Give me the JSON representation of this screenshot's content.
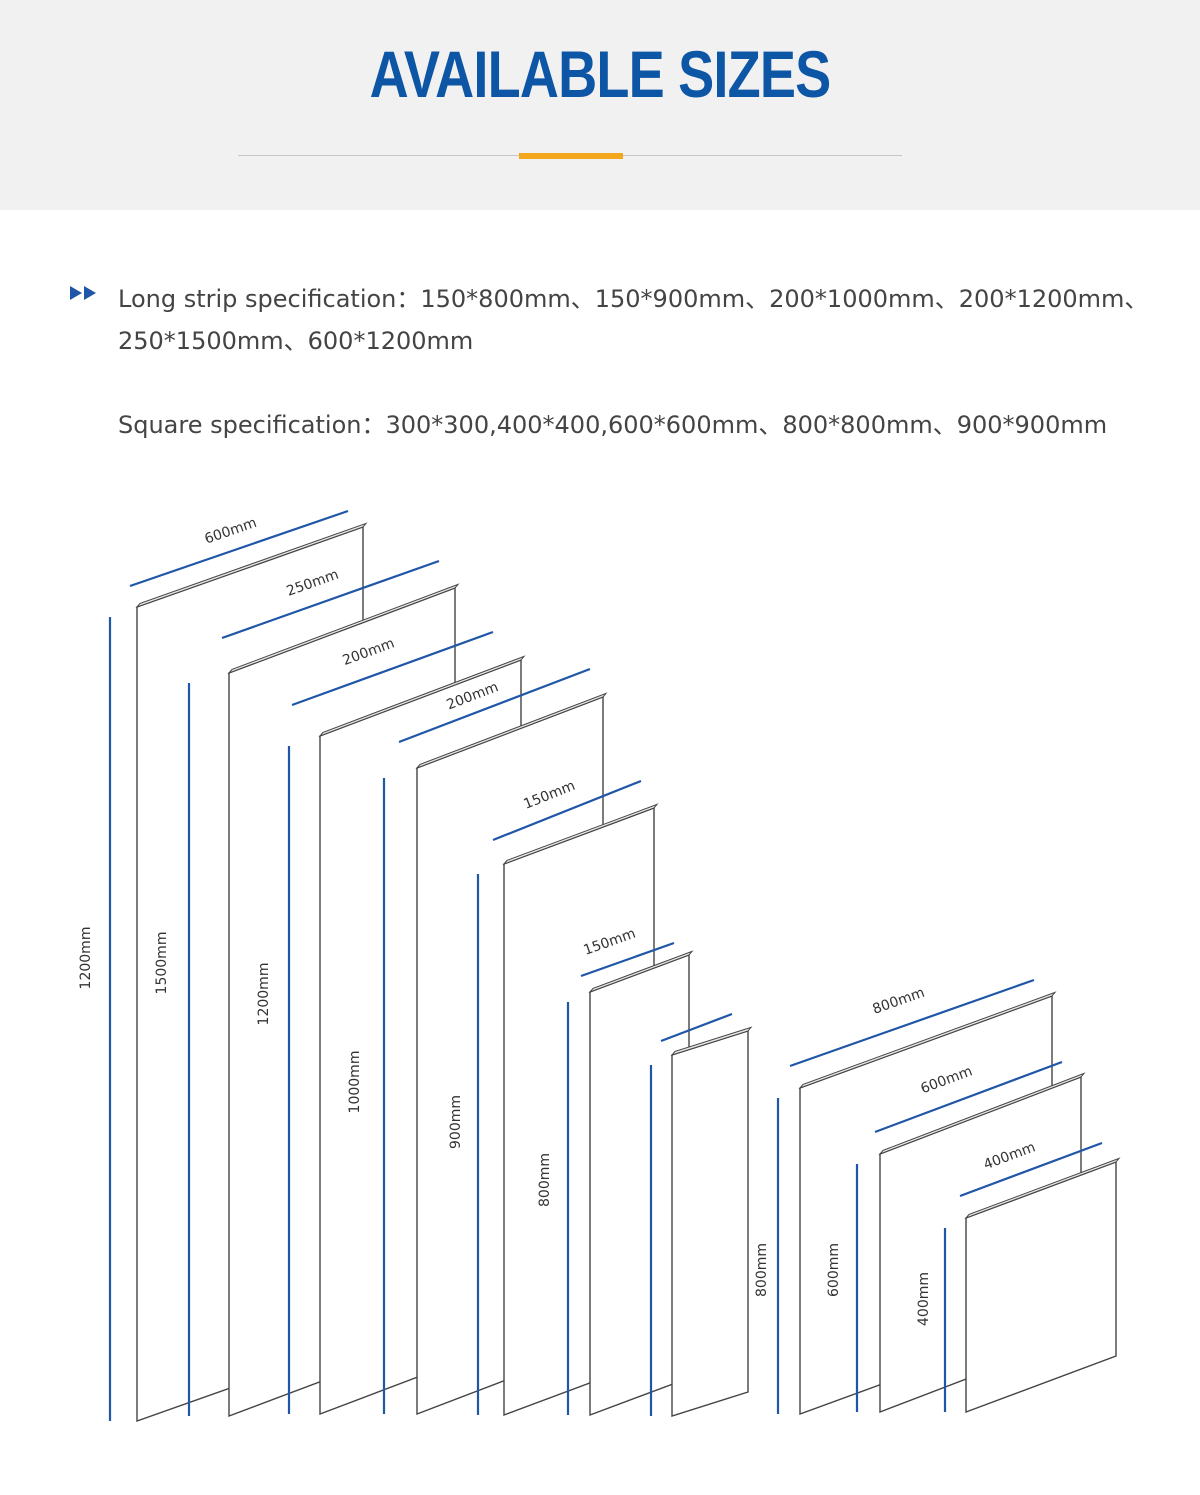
{
  "header": {
    "title": "AVAILABLE SIZES",
    "accent_color": "#f3a81b",
    "title_color": "#0d56a6"
  },
  "specs": {
    "bullet_icon": "double-arrow-icon",
    "long_strip_line1": "Long strip specification：150*800mm、150*900mm、200*1000mm、200*1200mm、",
    "long_strip_line2": "250*1500mm、600*1200mm",
    "square": "Square specification：300*300,400*400,600*600mm、800*800mm、900*900mm"
  },
  "diagram": {
    "dimension_line_color": "#1f56a8",
    "panel_outline_color": "#444444",
    "strips": [
      {
        "width_label": "600mm",
        "height_label": "1200mm"
      },
      {
        "width_label": "250mm",
        "height_label": "1500mm"
      },
      {
        "width_label": "200mm",
        "height_label": "1200mm"
      },
      {
        "width_label": "200mm",
        "height_label": "1000mm"
      },
      {
        "width_label": "150mm",
        "height_label": "900mm"
      },
      {
        "width_label": "150mm",
        "height_label": "800mm"
      },
      {
        "width_label": "",
        "height_label": ""
      }
    ],
    "squares": [
      {
        "width_label": "800mm",
        "height_label": "800mm"
      },
      {
        "width_label": "600mm",
        "height_label": "600mm"
      },
      {
        "width_label": "400mm",
        "height_label": "400mm"
      }
    ]
  }
}
